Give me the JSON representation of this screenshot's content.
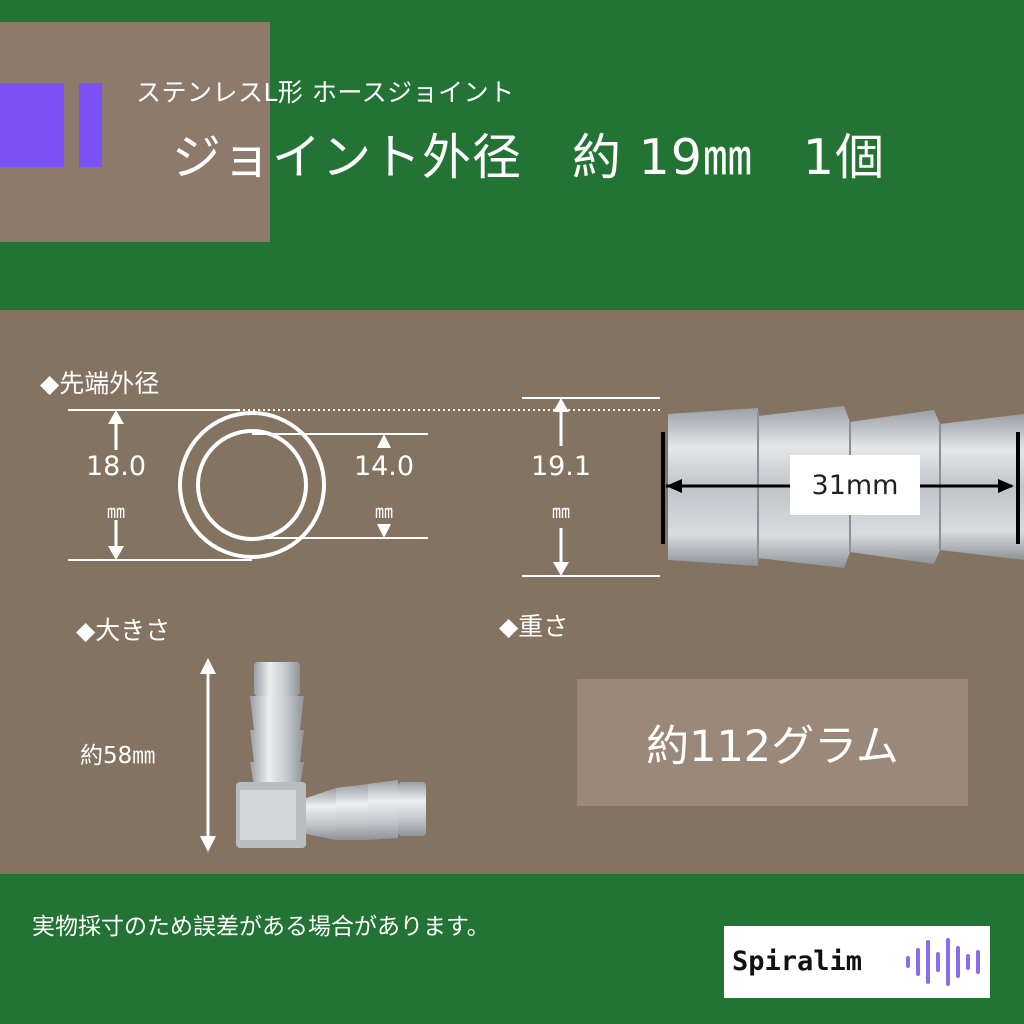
{
  "header": {
    "subtitle": "ステンレスL形 ホースジョイント",
    "title": "ジョイント外径　約 19㎜　1個"
  },
  "sections": {
    "tip_outer_diameter": "◆先端外径",
    "size": "◆大きさ",
    "weight": "◆重さ"
  },
  "dimensions": {
    "outer_value": "18.0",
    "outer_unit": "㎜",
    "inner_value": "14.0",
    "inner_unit": "㎜",
    "joint_value": "19.1",
    "joint_unit": "㎜",
    "length_label": "31mm",
    "height_label": "約58㎜"
  },
  "weight": {
    "value": "約112グラム"
  },
  "footer": {
    "disclaimer": "実物採寸のため誤差がある場合があります。",
    "logo": "Spiralim"
  },
  "colors": {
    "green": "#237434",
    "brown": "#857362",
    "tan": "#8d7a6a",
    "purple": "#7b52f5",
    "accent_purple": "#8a6cf0"
  }
}
